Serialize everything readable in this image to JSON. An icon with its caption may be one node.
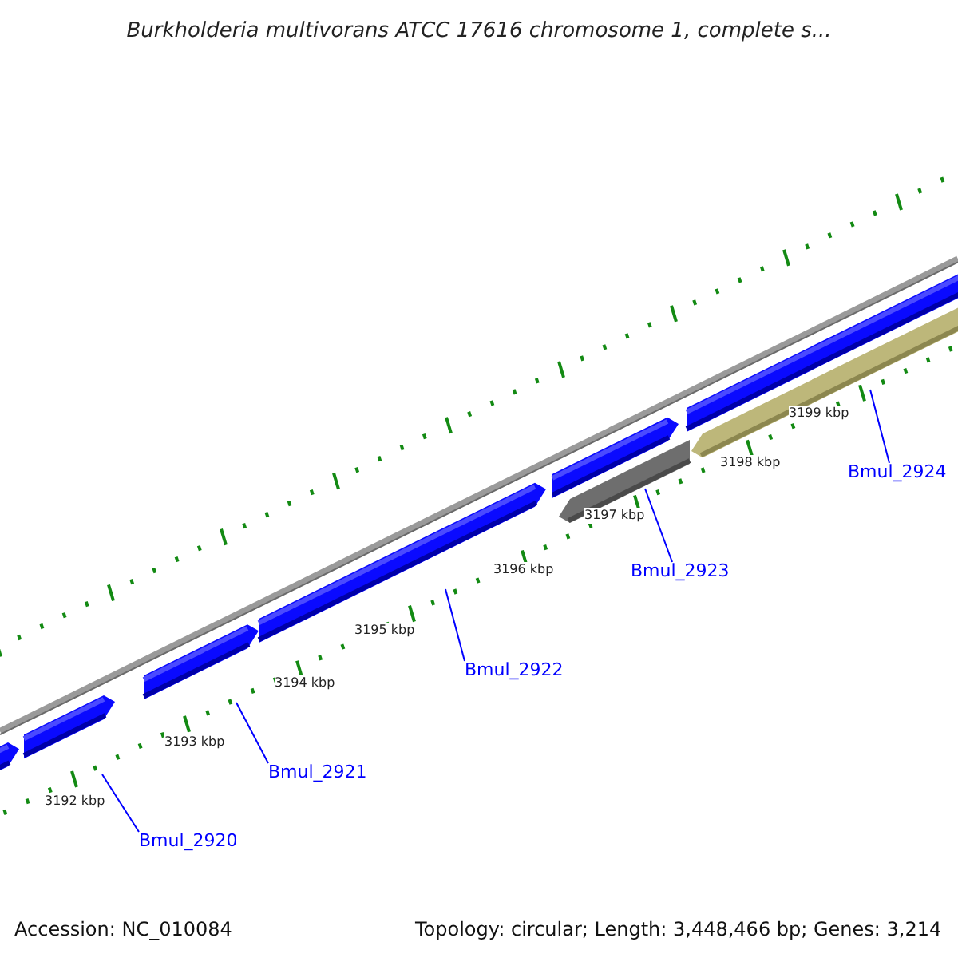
{
  "diagram": {
    "title": "Burkholderia multivorans ATCC 17616 chromosome 1, complete s...",
    "nodes": [
      {
        "text": [
          "Bmul_2920"
        ]
      },
      {
        "text": [
          "Bmul_2921"
        ]
      },
      {
        "text": [
          "Bmul_2922"
        ]
      },
      {
        "text": [
          "Bmul_2923"
        ]
      },
      {
        "text": [
          "Bmul_2924"
        ]
      }
    ],
    "edges": [
      {
        "from": 0,
        "to": null,
        "arrow": "none"
      },
      {
        "from": 1,
        "to": null,
        "arrow": "none"
      },
      {
        "from": 2,
        "to": null,
        "arrow": "none"
      },
      {
        "from": 3,
        "to": null,
        "arrow": "none"
      },
      {
        "from": 4,
        "to": null,
        "arrow": "none"
      }
    ],
    "labels": [
      "3199 kbp",
      "3198 kbp",
      "3197 kbp",
      "3196 kbp",
      "3195 kbp",
      "3194 kbp",
      "3193 kbp",
      "3192 kbp",
      "Accession: NC_010084",
      "Topology: circular; Length: 3,448,466 bp; Genes: 3,214"
    ]
  }
}
